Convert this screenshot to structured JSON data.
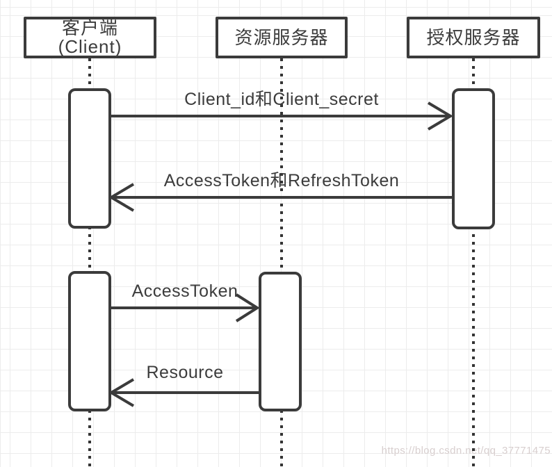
{
  "actors": [
    {
      "label": "客户端",
      "sublabel": "(Client)"
    },
    {
      "label": "资源服务器"
    },
    {
      "label": "授权服务器"
    }
  ],
  "messages": [
    {
      "label": "Client_id和Client_secret",
      "from": "客户端",
      "to": "授权服务器",
      "direction": "right"
    },
    {
      "label": "AccessToken和RefreshToken",
      "from": "授权服务器",
      "to": "客户端",
      "direction": "left"
    },
    {
      "label": "AccessToken",
      "from": "客户端",
      "to": "资源服务器",
      "direction": "right"
    },
    {
      "label": "Resource",
      "from": "资源服务器",
      "to": "客户端",
      "direction": "left"
    }
  ],
  "watermark": "https://blog.csdn.net/qq_37771475",
  "colors": {
    "stroke": "#3b3b3b",
    "text": "#3c3c3c",
    "grid": "#ececec",
    "watermark": "#d8cfcf",
    "background": "#ffffff"
  }
}
